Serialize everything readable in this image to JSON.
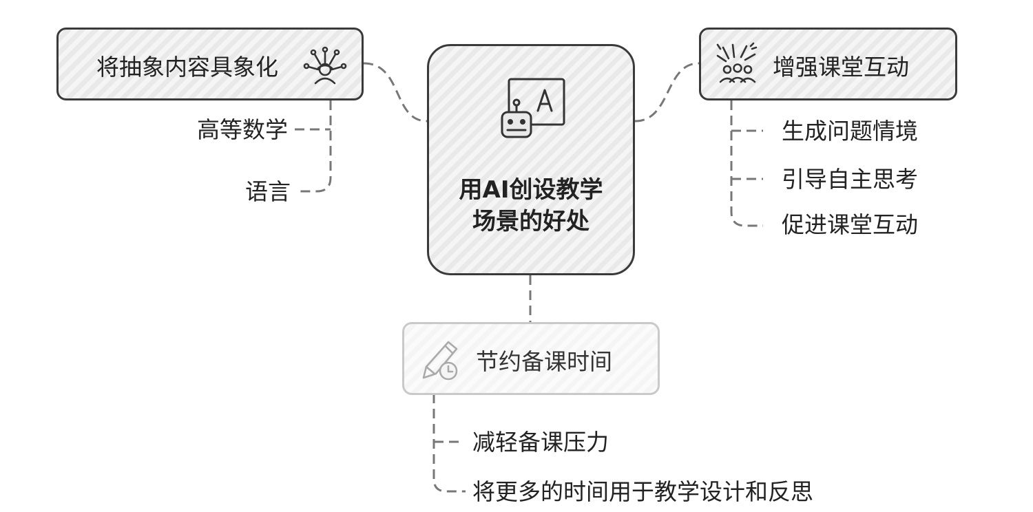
{
  "center": {
    "title_line1": "用AI创设教学",
    "title_line2": "场景的好处",
    "icon": "robot-presenter-icon"
  },
  "branches": {
    "left": {
      "title": "将抽象内容具象化",
      "icon": "network-person-icon",
      "items": [
        "高等数学",
        "语言"
      ]
    },
    "right": {
      "title": "增强课堂互动",
      "icon": "group-celebration-icon",
      "items": [
        "生成问题情境",
        "引导自主思考",
        "促进课堂互动"
      ]
    },
    "bottom": {
      "title": "节约备课时间",
      "icon": "pencil-clock-icon",
      "items": [
        "减轻备课压力",
        "将更多的时间用于教学设计和反思"
      ]
    }
  },
  "colors": {
    "border": "#3a3a3a",
    "fill": "#e9e9e9",
    "faded_border": "#c9c9c9",
    "line": "#777777"
  }
}
